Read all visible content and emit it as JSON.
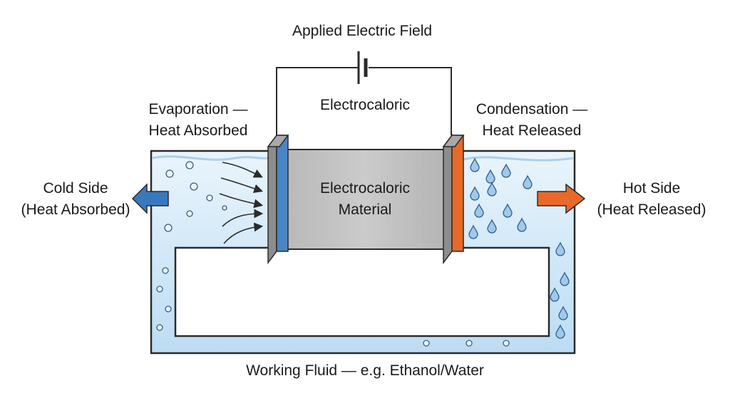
{
  "diagram": {
    "applied_field_label": "Applied Electric Field",
    "circuit_label": "Electrocaloric",
    "material_label_line1": "Electrocaloric",
    "material_label_line2": "Material",
    "evaporation_line1": "Evaporation —",
    "evaporation_line2": "Heat Absorbed",
    "condensation_line1": "Condensation —",
    "condensation_line2": "Heat Released",
    "cold_side_line1": "Cold Side",
    "cold_side_line2": "(Heat Absorbed)",
    "hot_side_line1": "Hot Side",
    "hot_side_line2": "(Heat Released)",
    "working_fluid_label": "Working Fluid — e.g. Ethanol/Water"
  },
  "colors": {
    "fluid_light": "#d9ecf9",
    "fluid_mid": "#bcdcf3",
    "cold_electrode": "#4a86c5",
    "hot_electrode": "#e8692a",
    "cold_arrow": "#3a78bd",
    "hot_arrow": "#e8692a",
    "material": "#c2c2c2",
    "plate": "#8d8d8d",
    "outline": "#2b2b2b"
  }
}
